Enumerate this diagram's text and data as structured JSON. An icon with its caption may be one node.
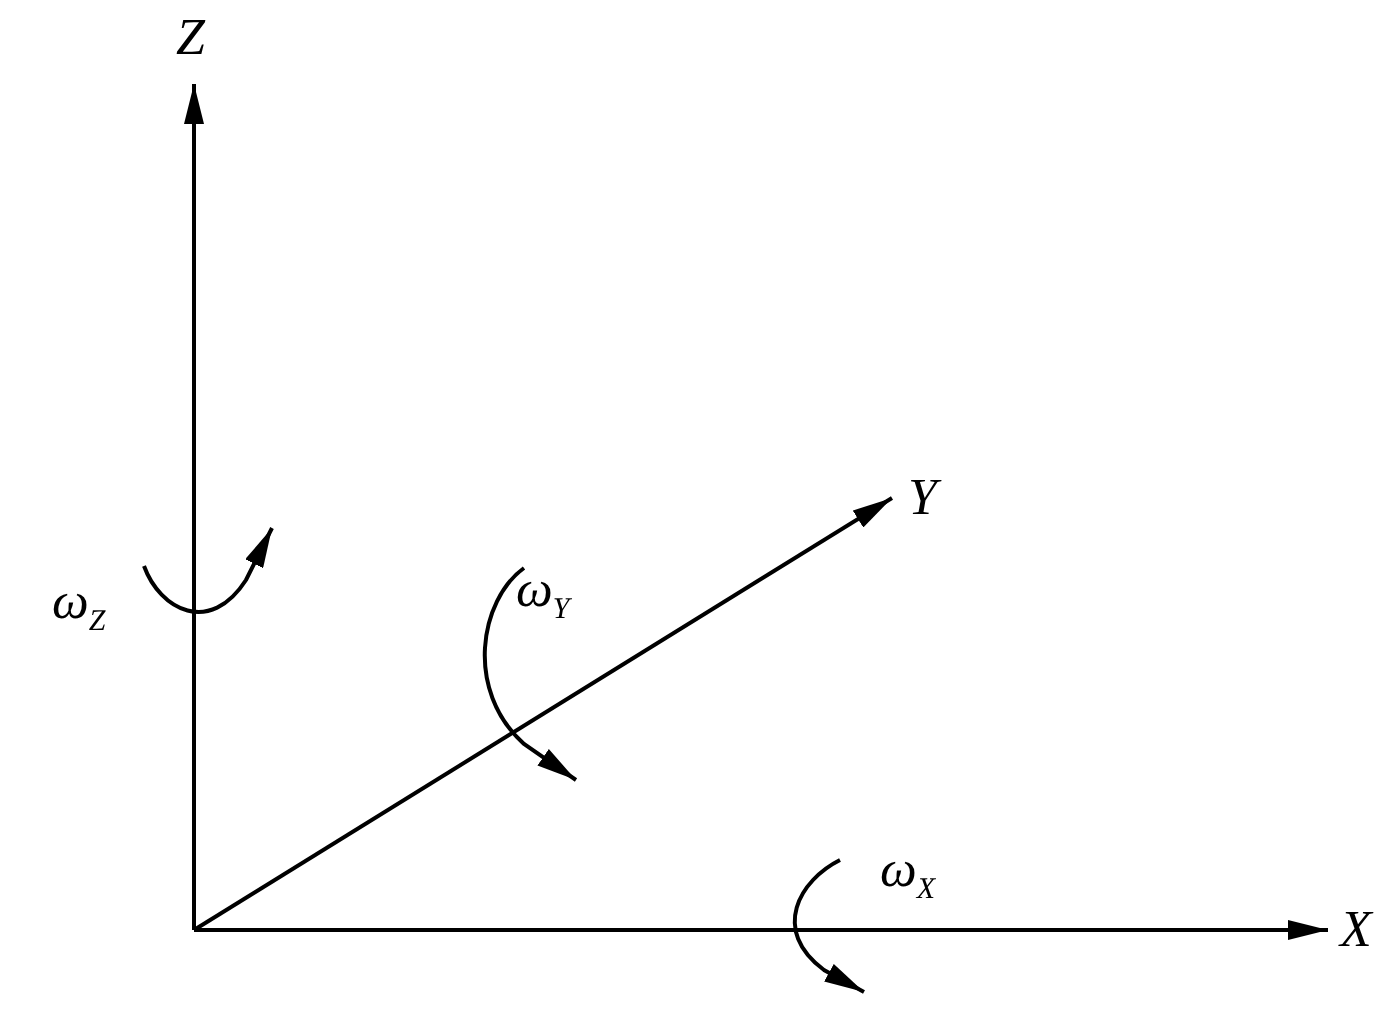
{
  "diagram": {
    "labels": [
      "Z",
      "Y",
      "ω$_{Z}$",
      "ω$_{Y}$",
      "ω$_{X}$",
      "X"
    ]
  }
}
